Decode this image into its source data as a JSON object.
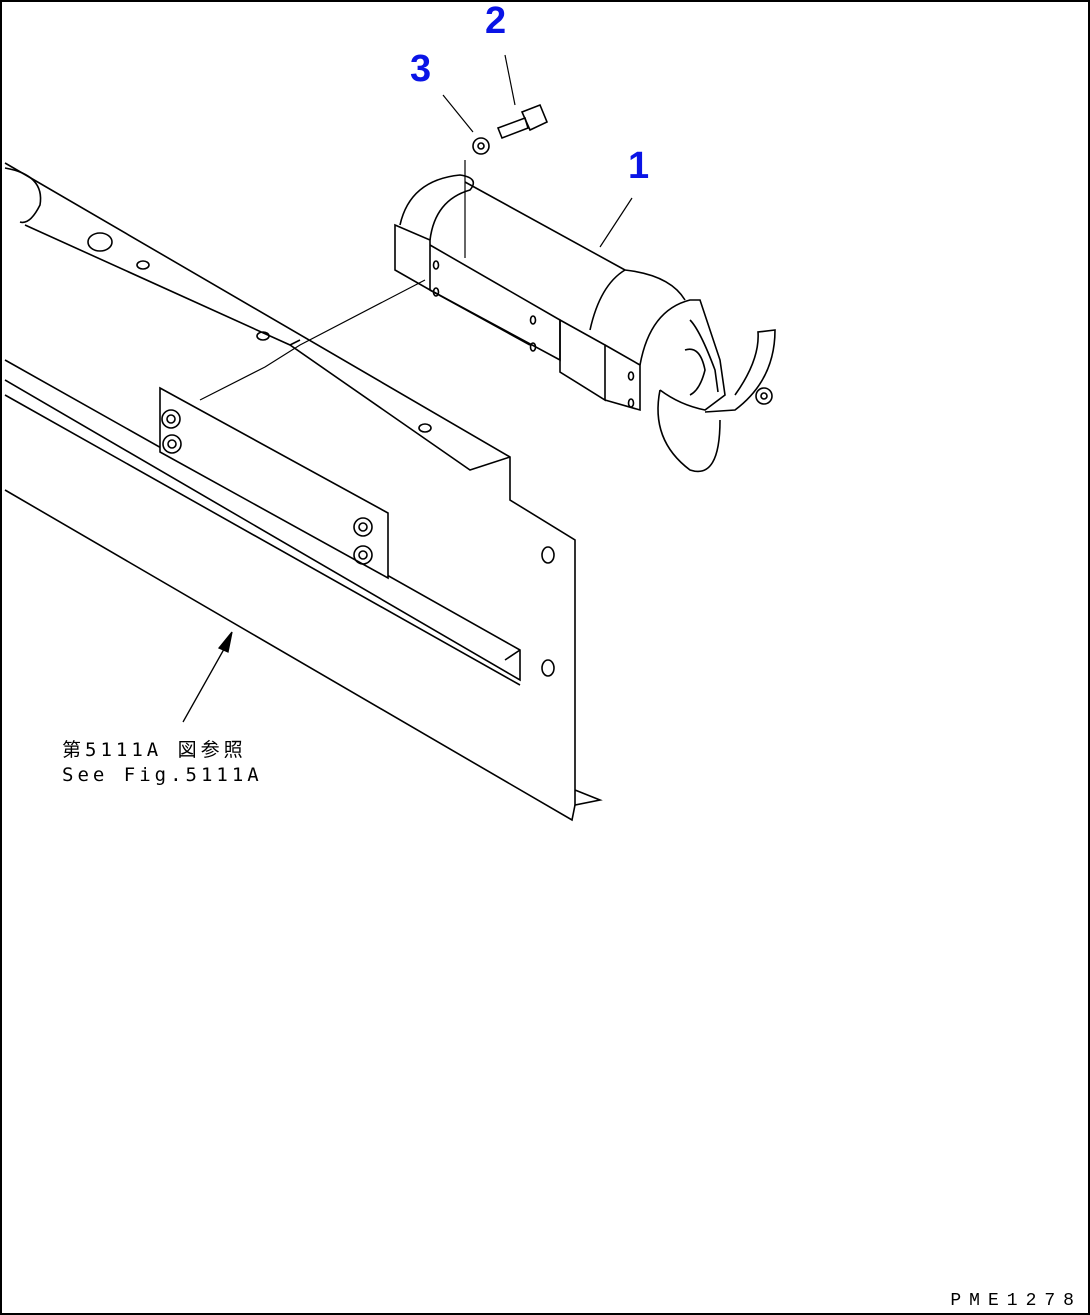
{
  "callouts": {
    "part1": "1",
    "part2": "2",
    "part3": "3"
  },
  "reference": {
    "japanese": "第5111A 図参照",
    "english": "See Fig.5111A"
  },
  "drawing_code": "PME1278",
  "colors": {
    "callout": "#0a14e6",
    "line": "#000000"
  }
}
